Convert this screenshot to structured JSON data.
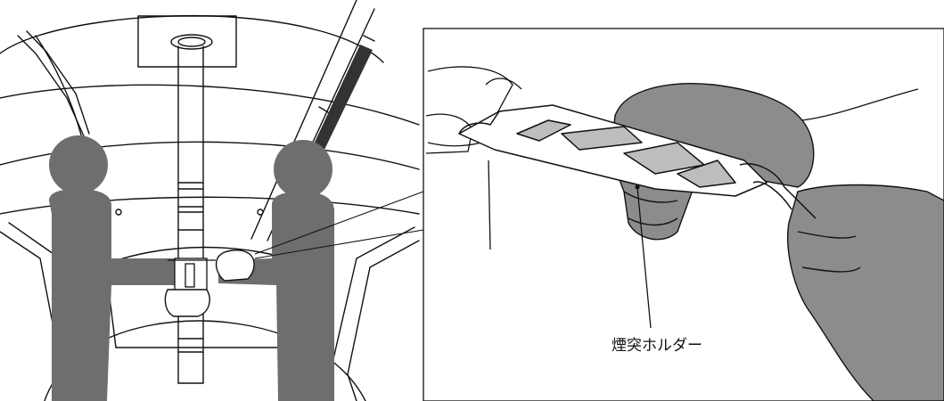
{
  "callout": {
    "label": "煙突ホルダー"
  },
  "colors": {
    "line": "#111111",
    "figure": "#6e6e6e",
    "glove": "#8c8c8c",
    "paper": "#ffffff"
  },
  "icons": [
    "person-silhouette",
    "glove",
    "chimney-pipe",
    "chimney-holder"
  ]
}
